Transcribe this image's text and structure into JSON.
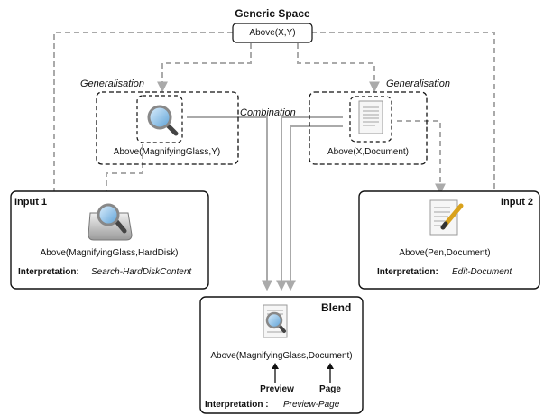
{
  "generic_space": {
    "title": "Generic Space",
    "predicate": "Above(X,Y)"
  },
  "generalisation_left": {
    "label": "Generalisation",
    "predicate": "Above(MagnifyingGlass,Y)"
  },
  "generalisation_right": {
    "label": "Generalisation",
    "predicate": "Above(X,Document)"
  },
  "combination_label": "Combination",
  "input1": {
    "title": "Input 1",
    "predicate": "Above(MagnifyingGlass,HardDisk)",
    "interpretation_label": "Interpretation:",
    "interpretation_value": "Search-HardDiskContent"
  },
  "input2": {
    "title": "Input 2",
    "predicate": "Above(Pen,Document)",
    "interpretation_label": "Interpretation:",
    "interpretation_value": "Edit-Document"
  },
  "blend": {
    "title": "Blend",
    "predicate": "Above(MagnifyingGlass,Document)",
    "arg_label_1": "Preview",
    "arg_label_2": "Page",
    "interpretation_label": "Interpretation :",
    "interpretation_value": "Preview-Page"
  },
  "icons": [
    "magnifying-glass-icon",
    "document-icon",
    "hard-disk-search-icon",
    "pen-document-icon",
    "document-preview-icon"
  ],
  "colors": {
    "arrow": "#aaaaaa",
    "box_border": "#111111"
  }
}
